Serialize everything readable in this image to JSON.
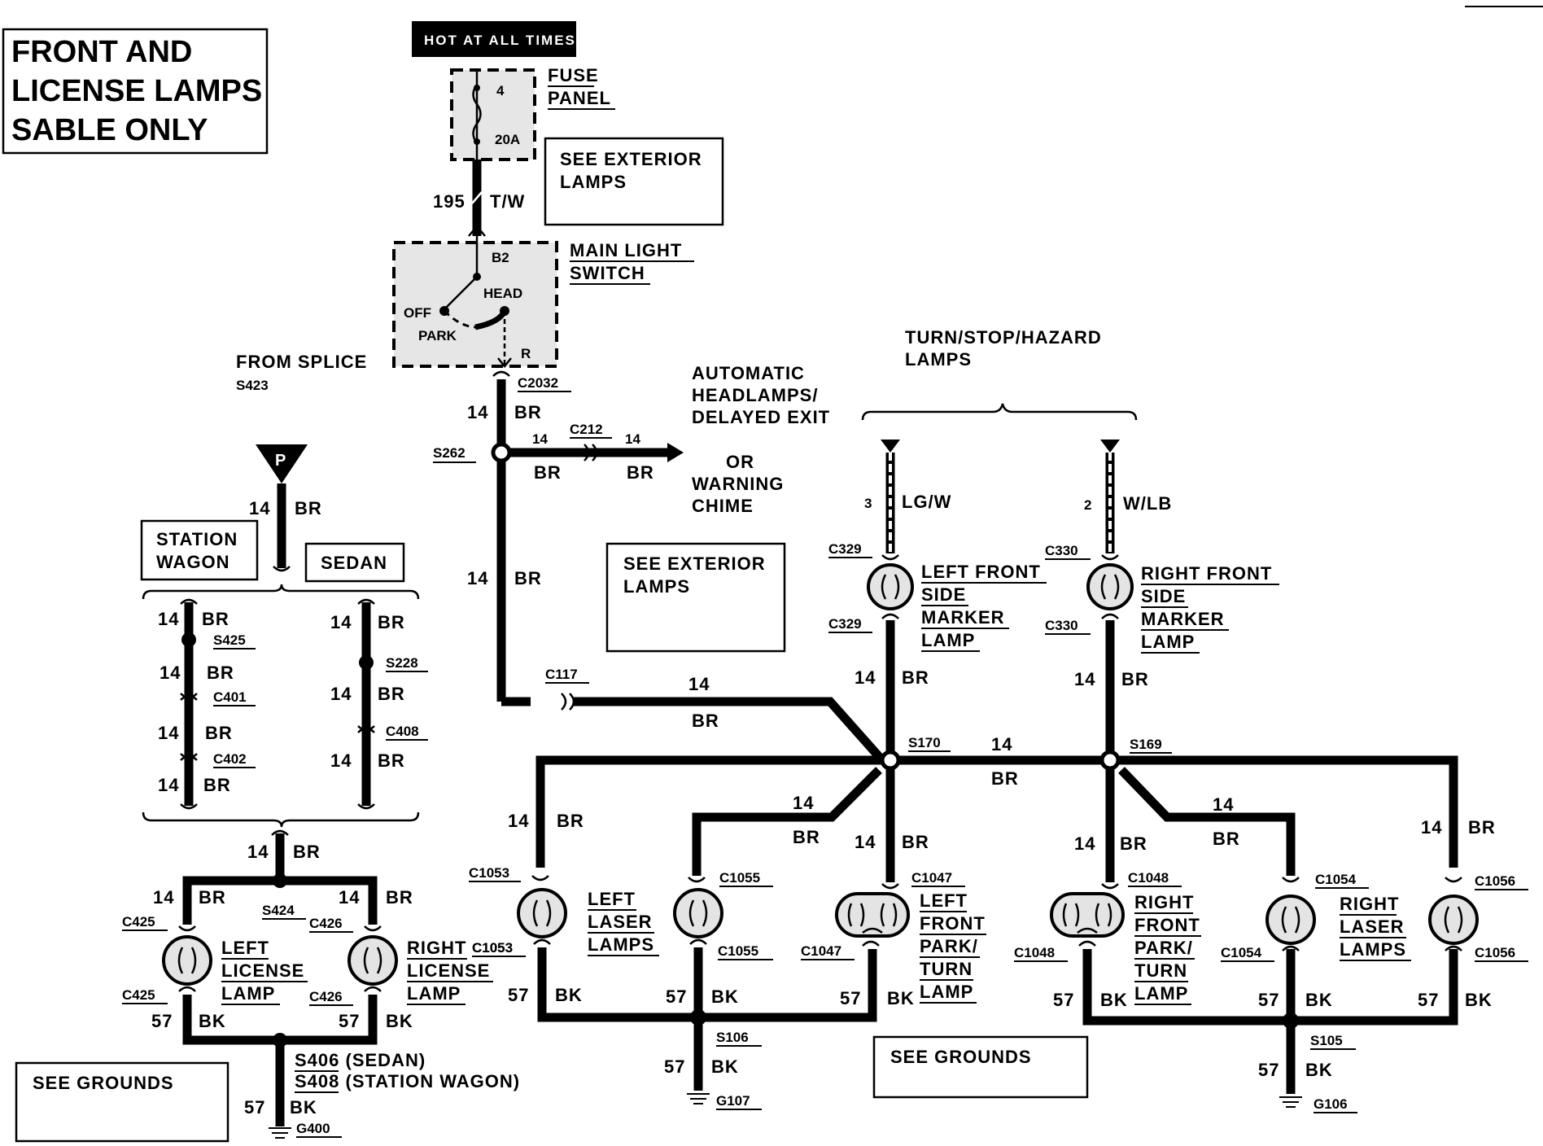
{
  "title": [
    "FRONT AND",
    "LICENSE LAMPS",
    "SABLE ONLY"
  ],
  "power": {
    "hot_label": "HOT AT ALL TIMES",
    "fuse_number": "4",
    "fuse_rating": "20A",
    "fuse_panel": [
      "FUSE",
      "PANEL"
    ]
  },
  "main_switch": {
    "name": [
      "MAIN LIGHT",
      "SWITCH"
    ],
    "b2": "B2",
    "head": "HEAD",
    "off": "OFF",
    "park": "PARK",
    "r": "R"
  },
  "notes": {
    "see_exterior_lamps": [
      "SEE EXTERIOR",
      "LAMPS"
    ],
    "see_grounds": "SEE GROUNDS",
    "from_splice": [
      "FROM SPLICE",
      "S423"
    ],
    "automatic": [
      "AUTOMATIC",
      "HEADLAMPS/",
      "DELAYED EXIT"
    ],
    "or_warning": [
      "OR",
      "WARNING",
      "CHIME"
    ],
    "turn_stop_hazard": [
      "TURN/STOP/HAZARD",
      "LAMPS"
    ]
  },
  "body_styles": {
    "station_wagon": [
      "STATION",
      "WAGON"
    ],
    "sedan": "SEDAN"
  },
  "connectors": {
    "C2032": "C2032",
    "C212": "C212",
    "C117": "C117",
    "C401": "C401",
    "C402": "C402",
    "C408": "C408",
    "C425": "C425",
    "C426": "C426",
    "C1053": "C1053",
    "C1055": "C1055",
    "C1047": "C1047",
    "C1048": "C1048",
    "C1054": "C1054",
    "C1056": "C1056",
    "C329": "C329",
    "C330": "C330"
  },
  "splices": {
    "S262": "S262",
    "S425": "S425",
    "S228": "S228",
    "S424": "S424",
    "S170": "S170",
    "S169": "S169",
    "S106": "S106",
    "S105": "S105",
    "S406": "S406 (SEDAN)",
    "S408": "S408 (STATION WAGON)"
  },
  "grounds": {
    "G107": "G107",
    "G106": "G106",
    "G400": "G400"
  },
  "wires": {
    "w195": "195",
    "tw": "T/W",
    "n14": "14",
    "br": "BR",
    "n57": "57",
    "bk": "BK",
    "n3": "3",
    "lgw": "LG/W",
    "n2": "2",
    "wlb": "W/LB",
    "p": "P"
  },
  "lamps": {
    "left_license": [
      "LEFT",
      "LICENSE",
      "LAMP"
    ],
    "right_license": [
      "RIGHT",
      "LICENSE",
      "LAMP"
    ],
    "left_laser": [
      "LEFT",
      "LASER",
      "LAMPS"
    ],
    "right_laser": [
      "RIGHT",
      "LASER",
      "LAMPS"
    ],
    "left_front_park": [
      "LEFT",
      "FRONT",
      "PARK/",
      "TURN",
      "LAMP"
    ],
    "right_front_park": [
      "RIGHT",
      "FRONT",
      "PARK/",
      "TURN",
      "LAMP"
    ],
    "left_side_marker": [
      "LEFT FRONT",
      "SIDE",
      "MARKER",
      "LAMP"
    ],
    "right_side_marker": [
      "RIGHT FRONT",
      "SIDE",
      "MARKER",
      "LAMP"
    ]
  }
}
